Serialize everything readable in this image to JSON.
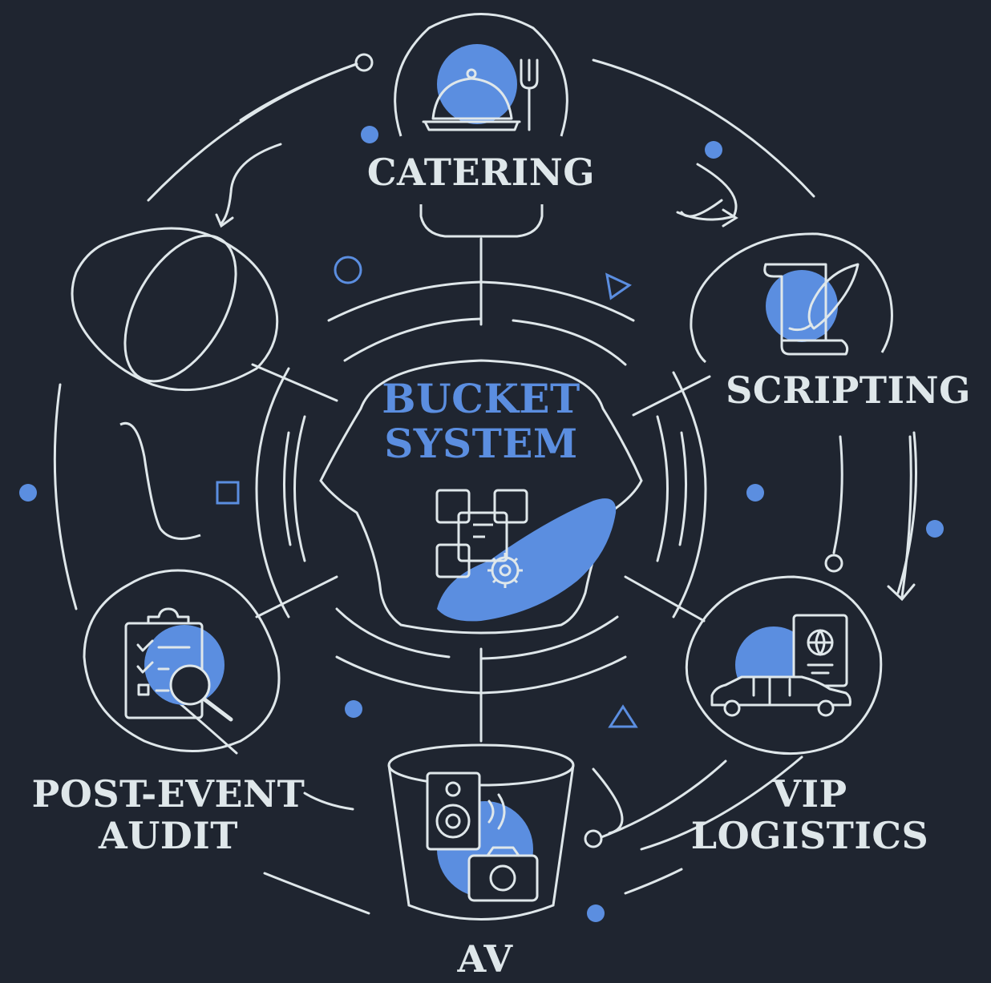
{
  "colors": {
    "background": "#1f2530",
    "line": "#dfe7ea",
    "accent": "#5b8ee0"
  },
  "center": {
    "line1": "BUCKET",
    "line2": "SYSTEM",
    "icon": "qr-gear-icon"
  },
  "buckets": {
    "catering": {
      "label": "CATERING",
      "icon": "food-cloche-fork-icon"
    },
    "scripting": {
      "label": "SCRIPTING",
      "icon": "scroll-quill-icon"
    },
    "vip": {
      "label_line1": "VIP",
      "label_line2": "LOGISTICS",
      "icon": "limo-passport-icon"
    },
    "av": {
      "label": "AV",
      "icon": "speaker-camera-icon"
    },
    "post": {
      "label_line1": "POST-EVENT",
      "label_line2": "AUDIT",
      "icon": "clipboard-magnifier-icon"
    },
    "empty": {
      "icon": "empty-bucket-icon"
    }
  }
}
